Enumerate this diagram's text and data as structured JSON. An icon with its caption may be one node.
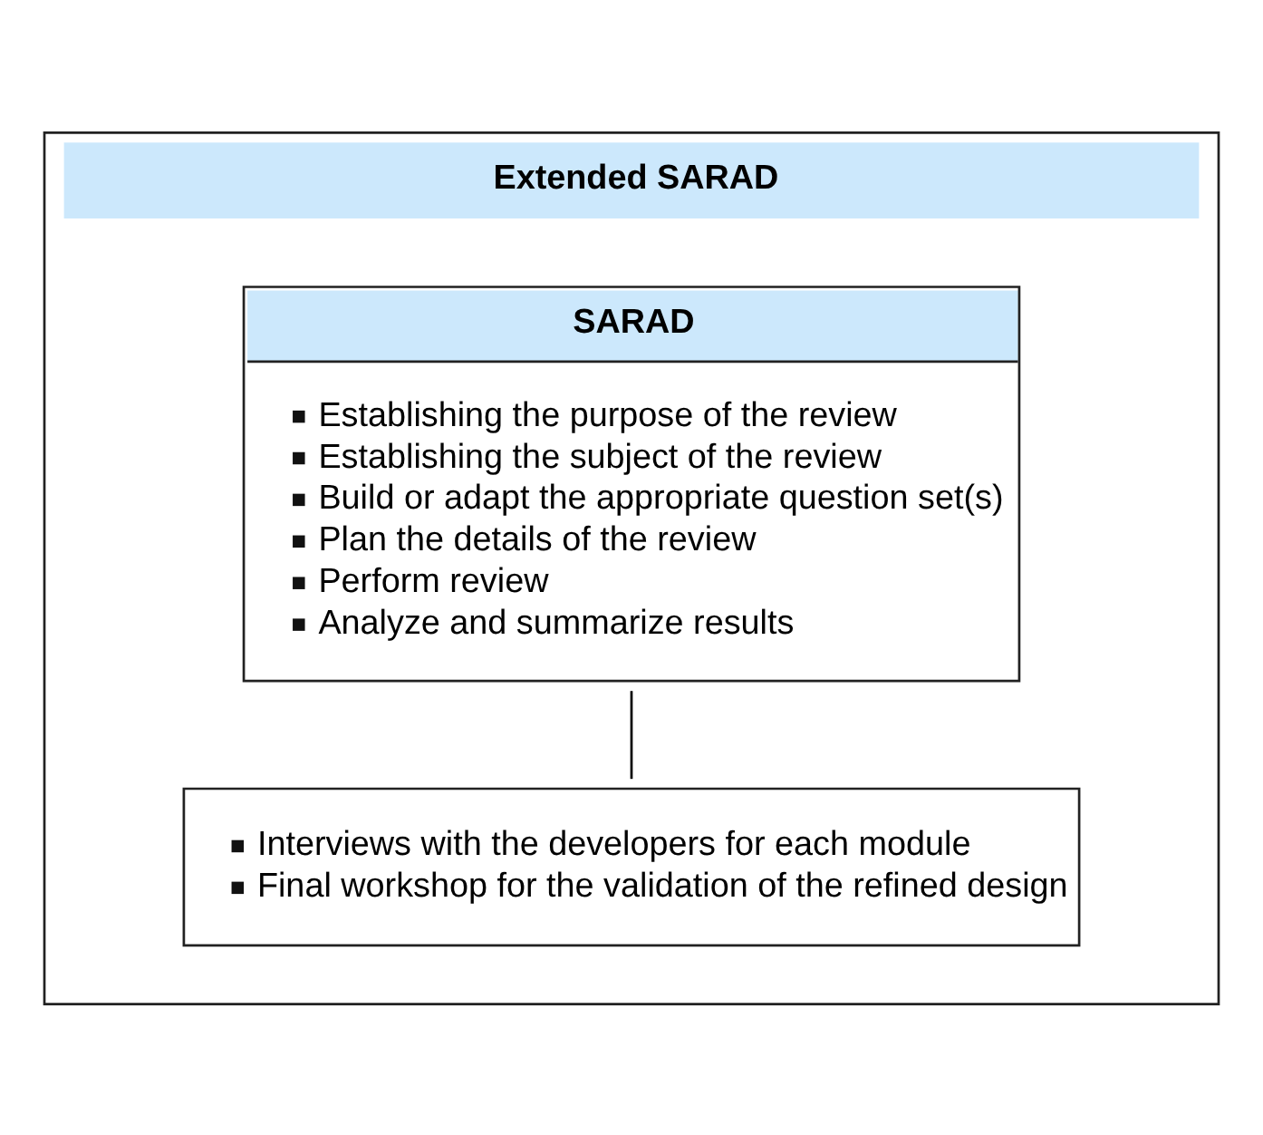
{
  "diagram": {
    "nodes": [
      {
        "text": [
          "Extended SARAD"
        ]
      },
      {
        "text": [
          "SARAD",
          "Establishing the purpose of the review",
          "Establishing the subject of the review",
          "Build or adapt the appropriate question set(s)",
          "Plan the details of the review",
          "Perform review",
          "Analyze and summarize results"
        ],
        "in": 0
      },
      {
        "text": [
          "Interviews with the developers for each module",
          "Final workshop for the validation of the refined design"
        ],
        "in": 0
      }
    ],
    "edges": [
      {
        "from": 1,
        "to": 2,
        "arrow": "none"
      }
    ]
  }
}
